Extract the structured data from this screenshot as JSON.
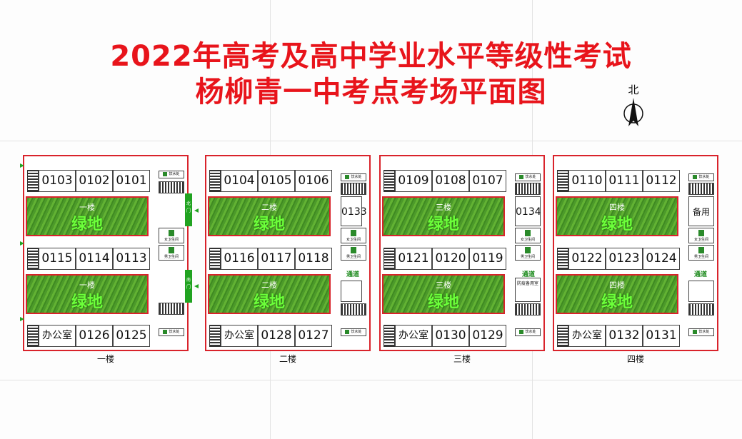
{
  "title": {
    "line1": "2022年高考及高中学业水平等级性考试",
    "line2": "杨柳青一中考点考场平面图"
  },
  "compass": {
    "label": "北"
  },
  "labels": {
    "fountain": "饮水处",
    "female_wc": "女卫生间",
    "male_wc": "男卫生间",
    "corridor": "通道",
    "epidemic": "防疫备用室",
    "spare": "备用",
    "north_gate": "北门",
    "south_gate": "南门"
  },
  "floors": [
    {
      "label": "一楼",
      "top_rooms": [
        "0103",
        "0102",
        "0101"
      ],
      "mid_rooms": [
        "0115",
        "0114",
        "0113"
      ],
      "bottom_rooms": [
        "办公室",
        "0126",
        "0125"
      ],
      "green_floor": "一楼",
      "green_text": "绿地"
    },
    {
      "label": "二楼",
      "top_rooms": [
        "0104",
        "0105",
        "0106"
      ],
      "mid_rooms": [
        "0116",
        "0117",
        "0118"
      ],
      "bottom_rooms": [
        "办公室",
        "0128",
        "0127"
      ],
      "side_room": "0133",
      "green_floor": "二楼",
      "green_text": "绿地"
    },
    {
      "label": "三楼",
      "top_rooms": [
        "0109",
        "0108",
        "0107"
      ],
      "mid_rooms": [
        "0121",
        "0120",
        "0119"
      ],
      "bottom_rooms": [
        "办公室",
        "0130",
        "0129"
      ],
      "side_room": "0134",
      "green_floor": "三楼",
      "green_text": "绿地"
    },
    {
      "label": "四楼",
      "top_rooms": [
        "0110",
        "0111",
        "0112"
      ],
      "mid_rooms": [
        "0122",
        "0123",
        "0124"
      ],
      "bottom_rooms": [
        "办公室",
        "0132",
        "0131"
      ],
      "green_floor": "四楼",
      "green_text": "绿地"
    }
  ]
}
